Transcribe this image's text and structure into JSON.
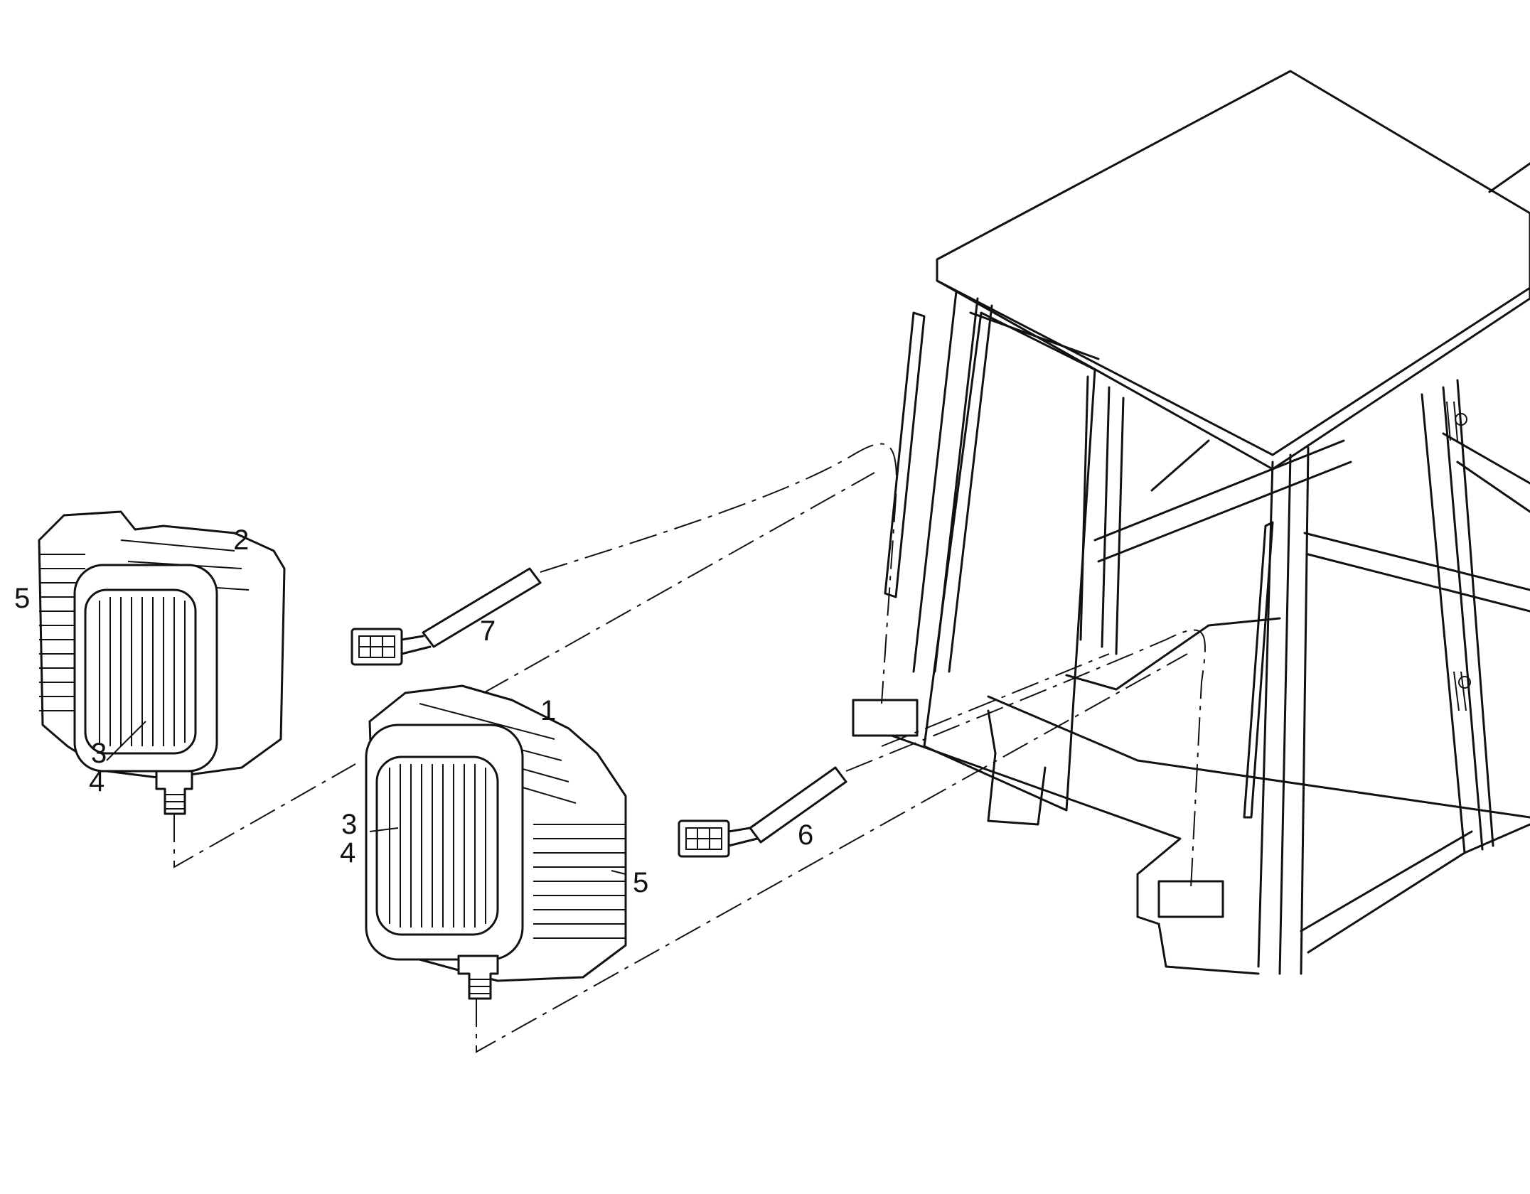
{
  "callouts": {
    "c1": "1",
    "c2": "2",
    "c3_left": "3",
    "c4_left": "4",
    "c3_right": "3",
    "c4_right": "4",
    "c5_left": "5",
    "c5_right": "5",
    "c6": "6",
    "c7": "7"
  },
  "colors": {
    "ink": "#111111",
    "paper": "#ffffff"
  }
}
